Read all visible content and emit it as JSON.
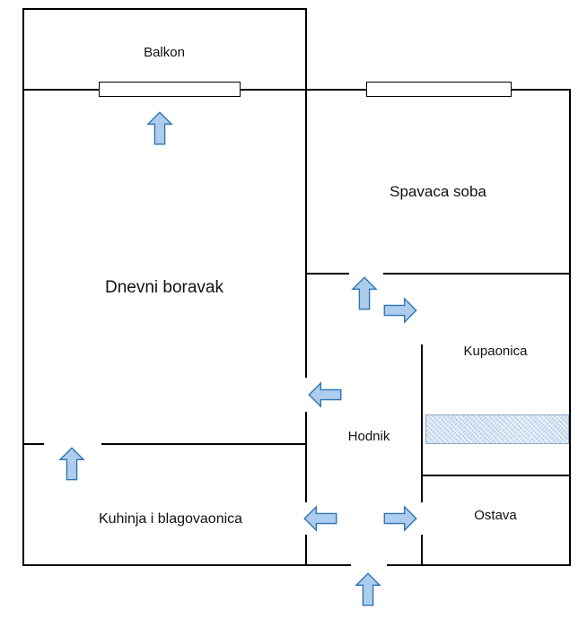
{
  "page": {
    "background": "#ffffff"
  },
  "colors": {
    "wall": "#000000",
    "arrow_fill": "#aeccec",
    "arrow_stroke": "#2e75b6",
    "window_fill": "#ffffff",
    "bathtub_fill": "#d9e8f7",
    "bathtub_border": "#8ea9c1"
  },
  "rooms": {
    "balkon": {
      "label": "Balkon"
    },
    "spavaca_soba": {
      "label": "Spavaca soba"
    },
    "dnevni_boravak": {
      "label": "Dnevni boravak"
    },
    "kupaonica": {
      "label": "Kupaonica"
    },
    "hodnik": {
      "label": "Hodnik"
    },
    "kuhinja": {
      "label": "Kuhinja i blagovaonica"
    },
    "ostava": {
      "label": "Ostava"
    }
  },
  "doors": [
    {
      "name": "balcony-door-arrow",
      "direction": "up"
    },
    {
      "name": "bedroom-door-arrow",
      "direction": "up"
    },
    {
      "name": "bathroom-door-arrow",
      "direction": "right"
    },
    {
      "name": "living-room-door-arrow",
      "direction": "left"
    },
    {
      "name": "kitchen-passage-arrow",
      "direction": "up"
    },
    {
      "name": "kitchen-door-arrow",
      "direction": "left"
    },
    {
      "name": "storage-door-arrow",
      "direction": "right"
    },
    {
      "name": "entrance-door-arrow",
      "direction": "up"
    }
  ]
}
